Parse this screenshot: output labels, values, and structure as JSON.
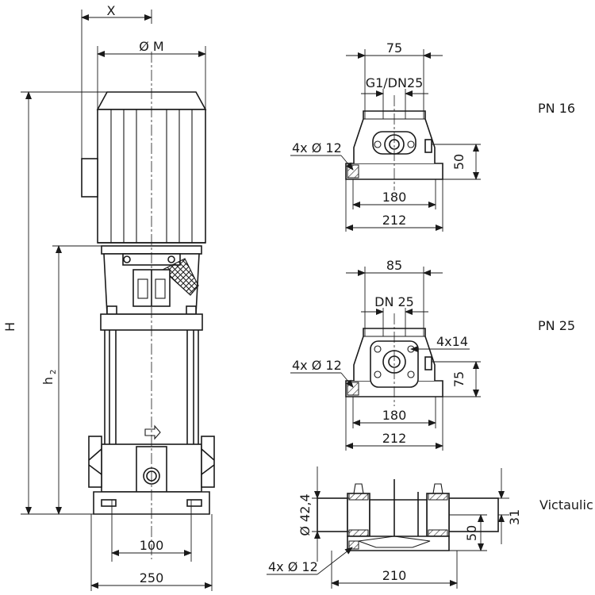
{
  "side_view": {
    "x_label": "X",
    "m_label": "Ø M",
    "h_label": "H",
    "h2_label": "h",
    "h2_sub": "2",
    "dim_100": "100",
    "dim_250": "250"
  },
  "pn16": {
    "title": "PN 16",
    "dim_75": "75",
    "port": "G1/DN25",
    "holes": "4x Ø 12",
    "dim_50": "50",
    "dim_180": "180",
    "dim_212": "212"
  },
  "pn25": {
    "title": "PN 25",
    "dim_85": "85",
    "port": "DN 25",
    "bolts": "4x14",
    "holes": "4x Ø 12",
    "dim_75": "75",
    "dim_180": "180",
    "dim_212": "212"
  },
  "victaulic": {
    "title": "Victaulic",
    "dia": "Ø 42,4",
    "dim_31": "31",
    "dim_50": "50",
    "holes": "4x Ø 12",
    "dim_210": "210"
  }
}
